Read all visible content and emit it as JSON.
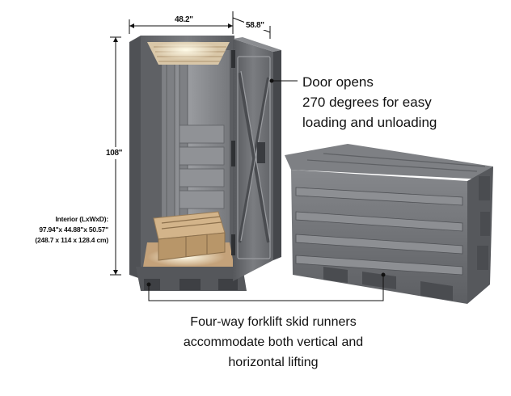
{
  "dimensions": {
    "width": "48.2\"",
    "depth": "58.8\"",
    "height": "108\""
  },
  "interior": {
    "line1": "Interior (LxWxD):",
    "line2": "97.94\"x 44.88\"x 50.57\"",
    "line3": "(248.7 x 114 x 128.4 cm)"
  },
  "door_callout": {
    "line1": "Door opens",
    "line2": "270 degrees for easy",
    "line3": "loading and unloading"
  },
  "forklift_callout": {
    "line1": "Four-way forklift skid runners",
    "line2": "accommodate both vertical and",
    "line3": "horizontal lifting"
  },
  "colors": {
    "body_gray": "#6f7175",
    "inner_gray": "#8a8c90",
    "wood": "#c9ab84",
    "leader": "#111111"
  }
}
